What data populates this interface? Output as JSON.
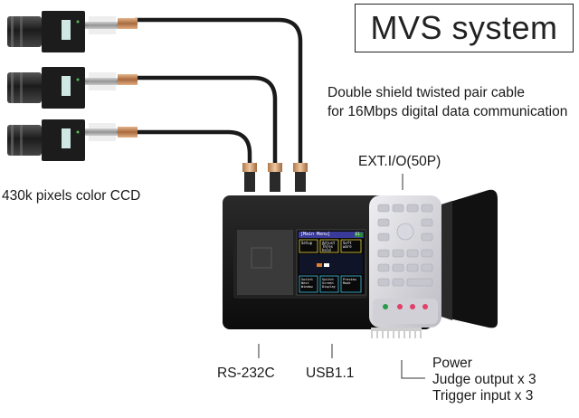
{
  "title": "MVS system",
  "labels": {
    "cable_line1": "Double shield twisted pair cable",
    "cable_line2": "for 16Mbps digital data communication",
    "ccd": "430k pixels color CCD",
    "ext_io": "EXT.I/O(50P)",
    "rs232c": "RS-232C",
    "usb": "USB1.1",
    "power_line1": "Power",
    "power_line2": "Judge output x 3",
    "power_line3": "Trigger input x 3"
  },
  "screen": {
    "header": "[Main Menu]",
    "header_badge": "E1",
    "menu": [
      "Setup",
      "Adjust Thres hold",
      "Soft ware"
    ],
    "menu_bottom": [
      "Switch Next Window",
      "Switch Screen Display",
      "Preview Mode"
    ]
  },
  "colors": {
    "device_body": "#141414",
    "cable": "#1a1a1a",
    "connector": "#c89060",
    "keypad": "#d8d8dc",
    "led": "#e0406a"
  }
}
